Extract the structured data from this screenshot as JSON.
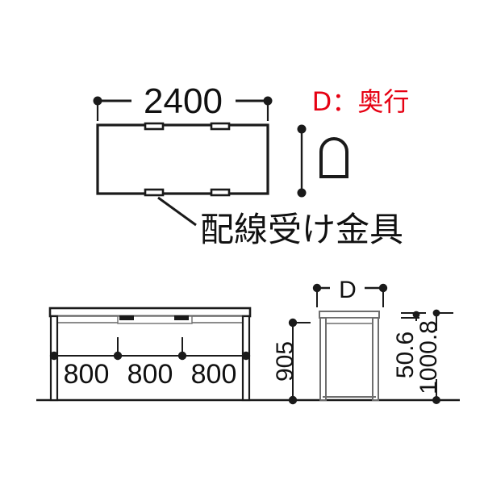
{
  "drawing": {
    "title": "",
    "colors": {
      "line": "#1a1a1a",
      "line_light": "#6e6e6e",
      "accent_red": "#e60012",
      "background": "#ffffff"
    },
    "plan_view": {
      "name": "top-plan-view",
      "width_dimension": {
        "label": "2400",
        "units_implied": "mm"
      },
      "bracket_count": 4,
      "callout_label": "配線受け金具",
      "profile_icon_label": "D-profile-shape"
    },
    "legend": {
      "red_note": "D：奥行"
    },
    "front_view": {
      "name": "front-elevation-view",
      "segment_dimensions": [
        "800",
        "800",
        "800"
      ]
    },
    "side_view": {
      "name": "side-elevation-view",
      "depth_label": "D",
      "height_label": "905",
      "top_offset_label": "50.6",
      "total_height_label": "1000.8"
    }
  }
}
